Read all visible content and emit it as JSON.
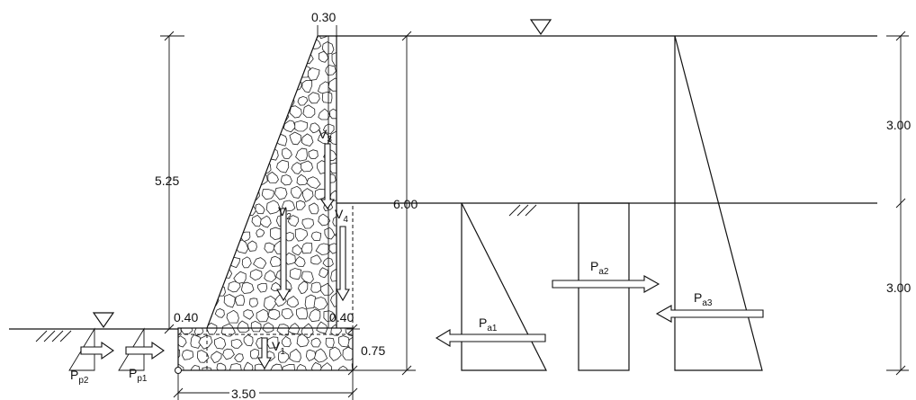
{
  "dimensions": {
    "top_width": "0.30",
    "wall_height": "5.25",
    "total_height": "6.00",
    "upper_layer": "3.00",
    "lower_layer": "3.00",
    "heel": "0.40",
    "toe": "0.40",
    "base_thickness": "0.75",
    "base_width": "3.50"
  },
  "loads": {
    "v1": {
      "main": "V",
      "sub": "1"
    },
    "v2": {
      "main": "V",
      "sub": "2"
    },
    "v3": {
      "main": "V",
      "sub": "3"
    },
    "v4": {
      "main": "V",
      "sub": "4"
    },
    "pa1": {
      "main": "P",
      "sub": "a1"
    },
    "pa2": {
      "main": "P",
      "sub": "a2"
    },
    "pa3": {
      "main": "P",
      "sub": "a3"
    },
    "pp1": {
      "main": "P",
      "sub": "p1"
    },
    "pp2": {
      "main": "P",
      "sub": "p2"
    }
  },
  "colors": {
    "line": "#111111",
    "background": "#ffffff"
  }
}
